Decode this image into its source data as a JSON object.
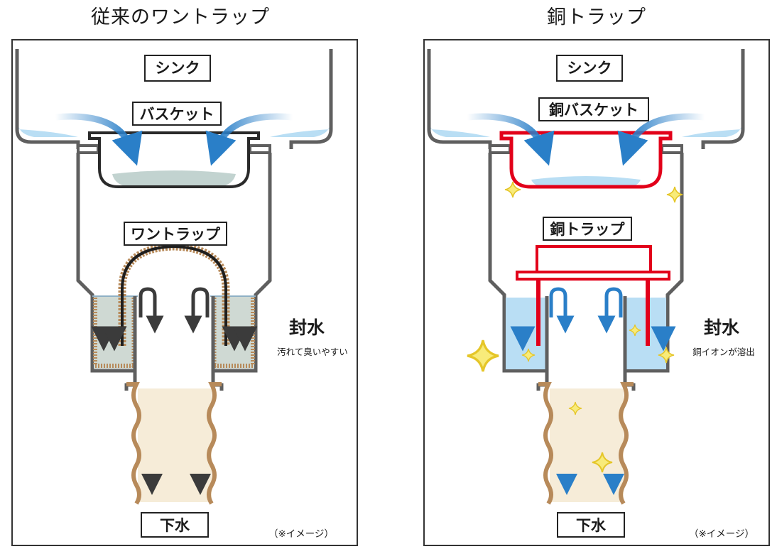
{
  "left": {
    "title": "従来のワントラップ",
    "sink_label": "シンク",
    "basket_label": "バスケット",
    "trap_label": "ワントラップ",
    "seal_label": "封水",
    "seal_note": "汚れて臭いやすい",
    "drain_label": "下水",
    "image_note": "（※イメージ）"
  },
  "right": {
    "title": "銅トラップ",
    "sink_label": "シンク",
    "basket_label": "銅バスケット",
    "trap_label": "銅トラップ",
    "seal_label": "封水",
    "seal_note": "銅イオンが溶出",
    "drain_label": "下水",
    "image_note": "（※イメージ）"
  },
  "colors": {
    "outline": "#5f5f5f",
    "copper": "#e2001a",
    "water_blue": "#b9def4",
    "dirty_water": "#cfd9d3",
    "dirt_brown": "#b78a5a",
    "sewer_beige": "#f6ecd8",
    "flow_blue": "#2a7fc8",
    "flow_dark": "#3b3b3b",
    "sparkle": "#f2dc35"
  }
}
